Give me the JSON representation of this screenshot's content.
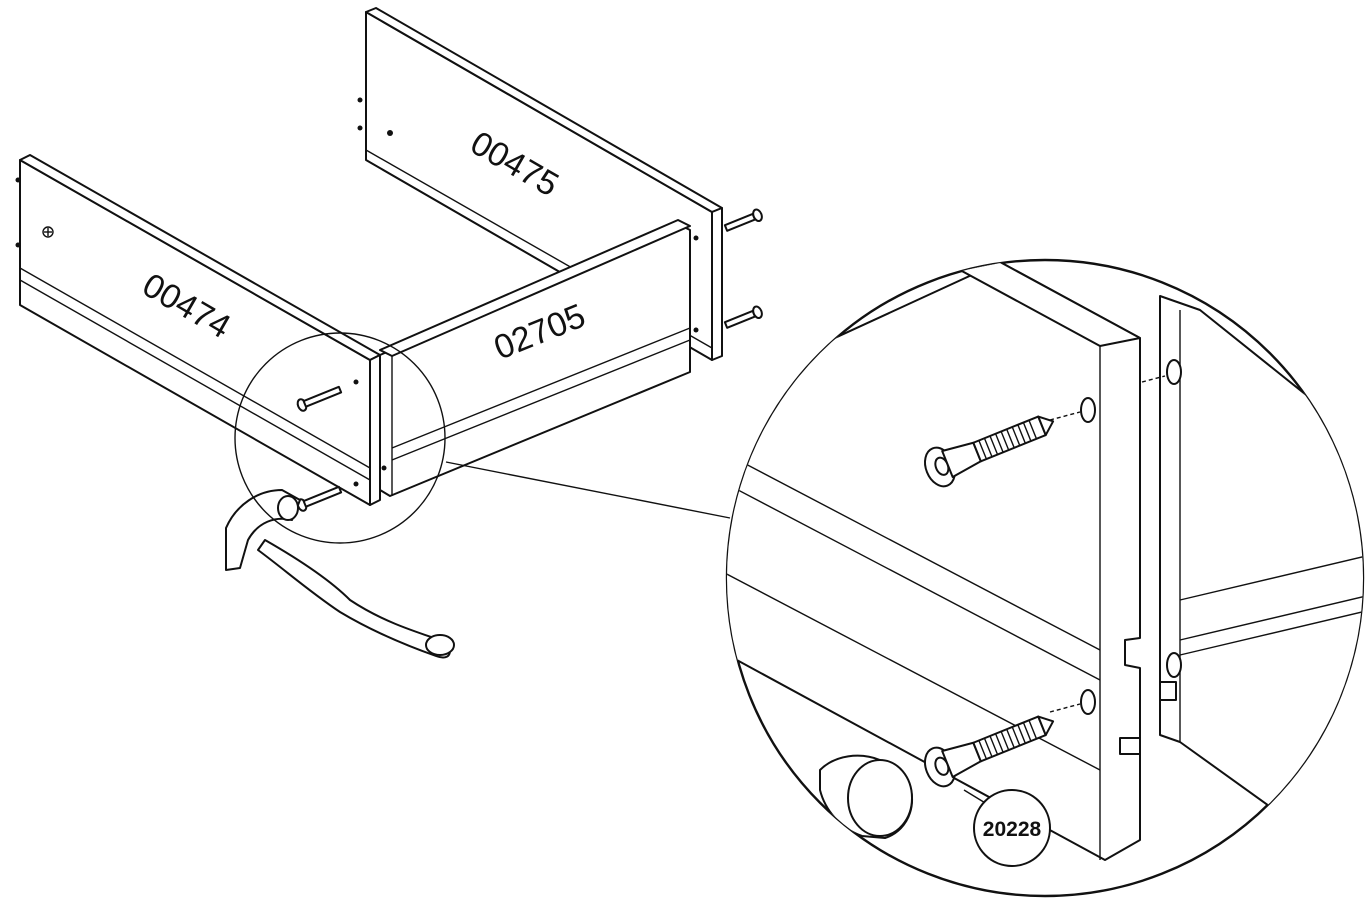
{
  "labels": {
    "panel_left": "00474",
    "panel_back": "00475",
    "panel_front": "02705",
    "part_badge": "20228"
  },
  "icons": {
    "hammer": "hammer-icon",
    "screw": "screw-icon"
  },
  "colors": {
    "line": "#111111",
    "background": "#ffffff"
  }
}
